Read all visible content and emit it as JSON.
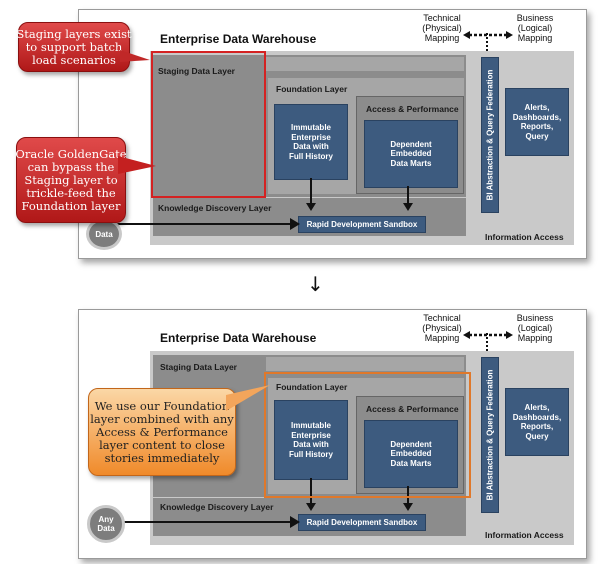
{
  "diagram1": {
    "title": "Enterprise Data Warehouse",
    "mapping_technical": "Technical\n(Physical)\nMapping",
    "mapping_business": "Business\n(Logical)\nMapping",
    "staging": "Staging Data Layer",
    "foundation": "Foundation Layer",
    "access": "Access & Performance",
    "immutable": "Immutable\nEnterprise\nData with\nFull History",
    "dependent": "Dependent\nEmbedded\nData Marts",
    "knowledge": "Knowledge Discovery Layer",
    "sandbox": "Rapid Development Sandbox",
    "bi": "BI Abstraction & Query Federation",
    "alerts": "Alerts,\nDashboards,\nReports,\nQuery",
    "info_access": "Information Access",
    "any_data": "Data",
    "callout_top": "Staging layers exist\nto support batch\nload scenarios",
    "callout_bottom": "Oracle GoldenGate\ncan bypass the\nStaging layer to\ntrickle-feed the\nFoundation layer"
  },
  "arrow_between": "↓",
  "diagram2": {
    "title": "Enterprise Data Warehouse",
    "mapping_technical": "Technical\n(Physical)\nMapping",
    "mapping_business": "Business\n(Logical)\nMapping",
    "staging": "Staging Data Layer",
    "foundation": "Foundation Layer",
    "access": "Access & Performance",
    "immutable": "Immutable\nEnterprise\nData with\nFull History",
    "dependent": "Dependent\nEmbedded\nData Marts",
    "knowledge": "Knowledge Discovery Layer",
    "sandbox": "Rapid Development Sandbox",
    "bi": "BI Abstraction & Query Federation",
    "alerts": "Alerts,\nDashboards,\nReports,\nQuery",
    "info_access": "Information Access",
    "any_data": "Any\nData",
    "callout": "We use our Foundation\nlayer combined with any\nAccess & Performance\nlayer content to close\nstories immediately"
  },
  "colors": {
    "layer_outer": "#c9c9c9",
    "layer_mid": "#a6a6a6",
    "layer_dark": "#8a8a8a",
    "blue": "#3d5b7f",
    "red_highlight": "#d42222",
    "orange_highlight": "#e0782a"
  }
}
